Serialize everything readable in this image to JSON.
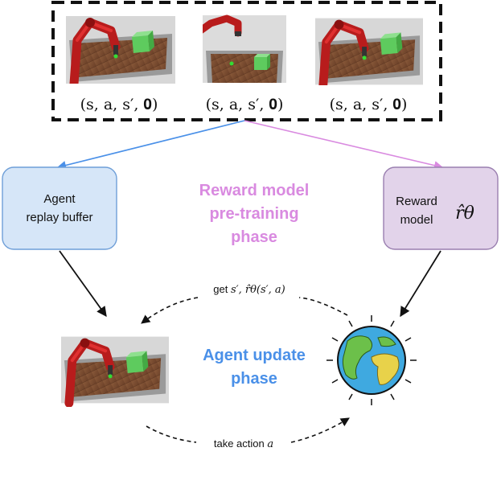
{
  "tuples": [
    "(s, a, s′, 𝟎)",
    "(s, a, s′, 𝟎)",
    "(s, a, s′, 𝟎)"
  ],
  "agent_buffer": {
    "line1": "Agent",
    "line2": "replay buffer"
  },
  "reward_model": {
    "line1": "Reward",
    "line2": "model",
    "symbol": "r̂θ"
  },
  "pretraining_phase": {
    "line1": "Reward model",
    "line2": "pre-training",
    "line3": "phase",
    "color": "#d98ae0"
  },
  "agent_update_phase": {
    "line1": "Agent update",
    "line2": "phase",
    "color": "#4a90e8"
  },
  "feedback_label": {
    "prefix": "get ",
    "math": "s′, r̂θ(s′, a)"
  },
  "action_label": {
    "prefix": "take action ",
    "math": "a"
  },
  "colors": {
    "blue_arrow": "#4a90e8",
    "pink_arrow": "#d98ae0",
    "buffer_fill": "#d6e6f8",
    "buffer_stroke": "#6f9fd8",
    "reward_fill": "#e2d3ea",
    "reward_stroke": "#9a7fb0"
  },
  "icons": [
    "robot-arm-scene",
    "earth-globe-icon"
  ]
}
